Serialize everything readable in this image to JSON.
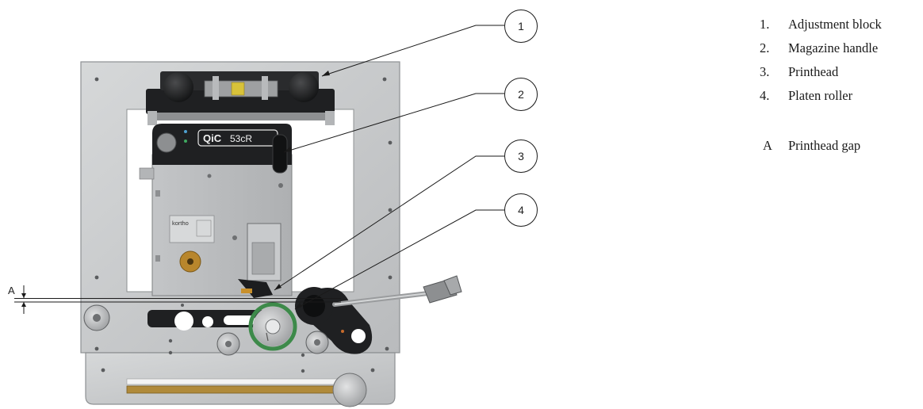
{
  "figure": {
    "device_label": "QiC 53cR",
    "device_label_parts": {
      "logo": "QiC",
      "model": "53cR"
    },
    "maker_plate": "kortho",
    "dimension_label": "A"
  },
  "callouts": [
    {
      "number": "1",
      "target": "adjustment-block"
    },
    {
      "number": "2",
      "target": "magazine-handle"
    },
    {
      "number": "3",
      "target": "printhead"
    },
    {
      "number": "4",
      "target": "platen-roller"
    }
  ],
  "legend": [
    {
      "key": "1.",
      "text": "Adjustment block"
    },
    {
      "key": "2.",
      "text": "Magazine handle"
    },
    {
      "key": "3.",
      "text": "Printhead"
    },
    {
      "key": "4.",
      "text": "Platen roller"
    },
    {
      "key": "A",
      "text": "Printhead gap"
    }
  ],
  "colors": {
    "plate": "#c9cbcc",
    "plate_edge": "#8d9092",
    "black_part": "#1f2022",
    "printhead_body": "#bcbec0",
    "platen_ring": "#3d8a4a",
    "brass": "#b8862c",
    "yellow_spring": "#d8c23a",
    "rack": "#b08a3a"
  }
}
